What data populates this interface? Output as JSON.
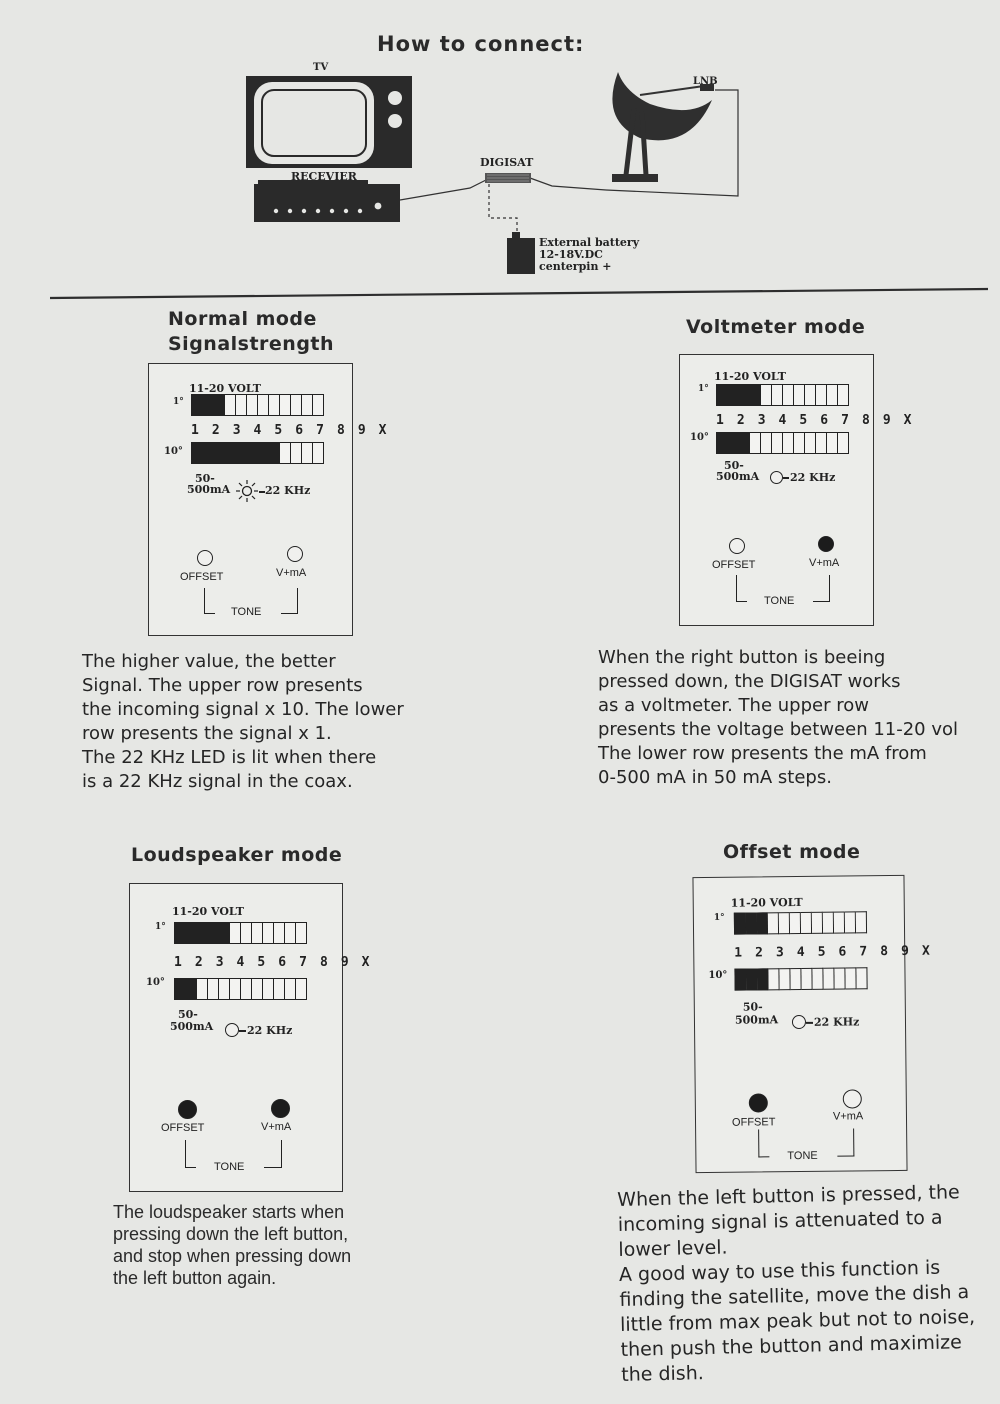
{
  "header": {
    "title": "How to connect:",
    "tv": "TV",
    "lnb": "LNB",
    "digisat": "DIGISAT",
    "receiver": "RECEVIER",
    "battery_line1": "External battery",
    "battery_line2": "12-18V.DC",
    "battery_line3": "centerpin +"
  },
  "panel_labels": {
    "volt": "11-20 VOLT",
    "row1": "1°",
    "row10": "10°",
    "digits": "1 2 3 4 5 6 7 8 9 X",
    "ma_top": "50-",
    "ma_bottom": "500mA",
    "khz": "22 KHz",
    "offset": "OFFSET",
    "vma": "V+mA",
    "tone": "TONE"
  },
  "normal": {
    "title1": "Normal mode",
    "title2": "Signalstrength",
    "upper_lit": 3,
    "lower_lit": 8,
    "led_22khz_lit": true,
    "offset_pressed": false,
    "vma_pressed": false,
    "text": [
      "The higher value, the better",
      "Signal. The upper row presents",
      "the incoming signal x 10. The lower",
      "row presents the signal x 1.",
      "The 22 KHz LED is lit when there",
      "is a 22 KHz signal in the coax."
    ]
  },
  "voltmeter": {
    "title": "Voltmeter mode",
    "upper_lit": 4,
    "lower_lit": 3,
    "offset_pressed": false,
    "vma_pressed": true,
    "text": [
      "When the right button is beeing",
      "pressed down, the DIGISAT works",
      "as a voltmeter. The upper row",
      "presents the voltage between 11-20 vol",
      "The lower row presents the mA from",
      "0-500 mA in 50 mA steps."
    ]
  },
  "loudspeaker": {
    "title": "Loudspeaker mode",
    "upper_lit": 5,
    "lower_lit": 2,
    "offset_pressed": true,
    "vma_pressed": true,
    "text": [
      "The loudspeaker starts when",
      "pressing down the left button,",
      "and stop when pressing down",
      "the left button again."
    ]
  },
  "offset": {
    "title": "Offset mode",
    "upper_lit": 3,
    "lower_lit": 3,
    "offset_pressed": true,
    "vma_pressed": false,
    "text": [
      "When the left button is pressed, the",
      "incoming signal is attenuated to a",
      "lower level.",
      "A good way to use this function is",
      "finding the satellite, move the dish a",
      "little from max peak but not to noise,",
      "then push the button and maximize",
      "the dish."
    ]
  }
}
